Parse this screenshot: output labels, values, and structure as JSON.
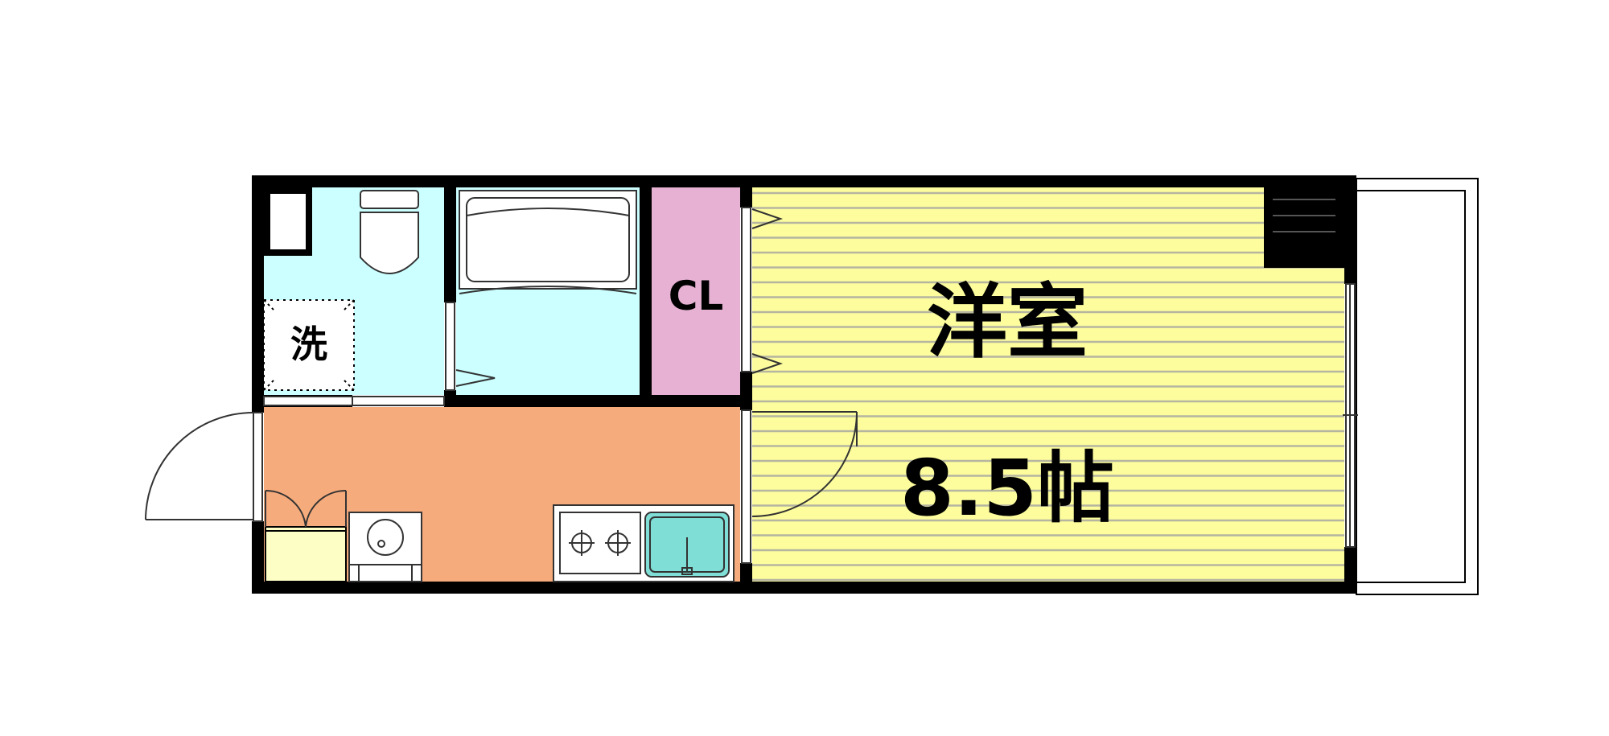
{
  "rooms": {
    "western": {
      "label": "洋室",
      "size": "8.5帖",
      "color": "#fdfd9e",
      "stripe": "#b5b5a0"
    },
    "closet": {
      "label": "CL",
      "color": "#e6b1d3"
    },
    "washroom": {
      "label": "洗",
      "color": "#ccffff"
    },
    "bath": {
      "color": "#ccffff"
    },
    "kitchen": {
      "color": "#f6ab7c"
    },
    "shoe_storage": {
      "color": "#fdfdc6"
    }
  },
  "appliances": {
    "sink_color": "#7fdfd6"
  },
  "colors": {
    "wall": "#000000",
    "line": "#333333",
    "floor_white": "#ffffff"
  }
}
